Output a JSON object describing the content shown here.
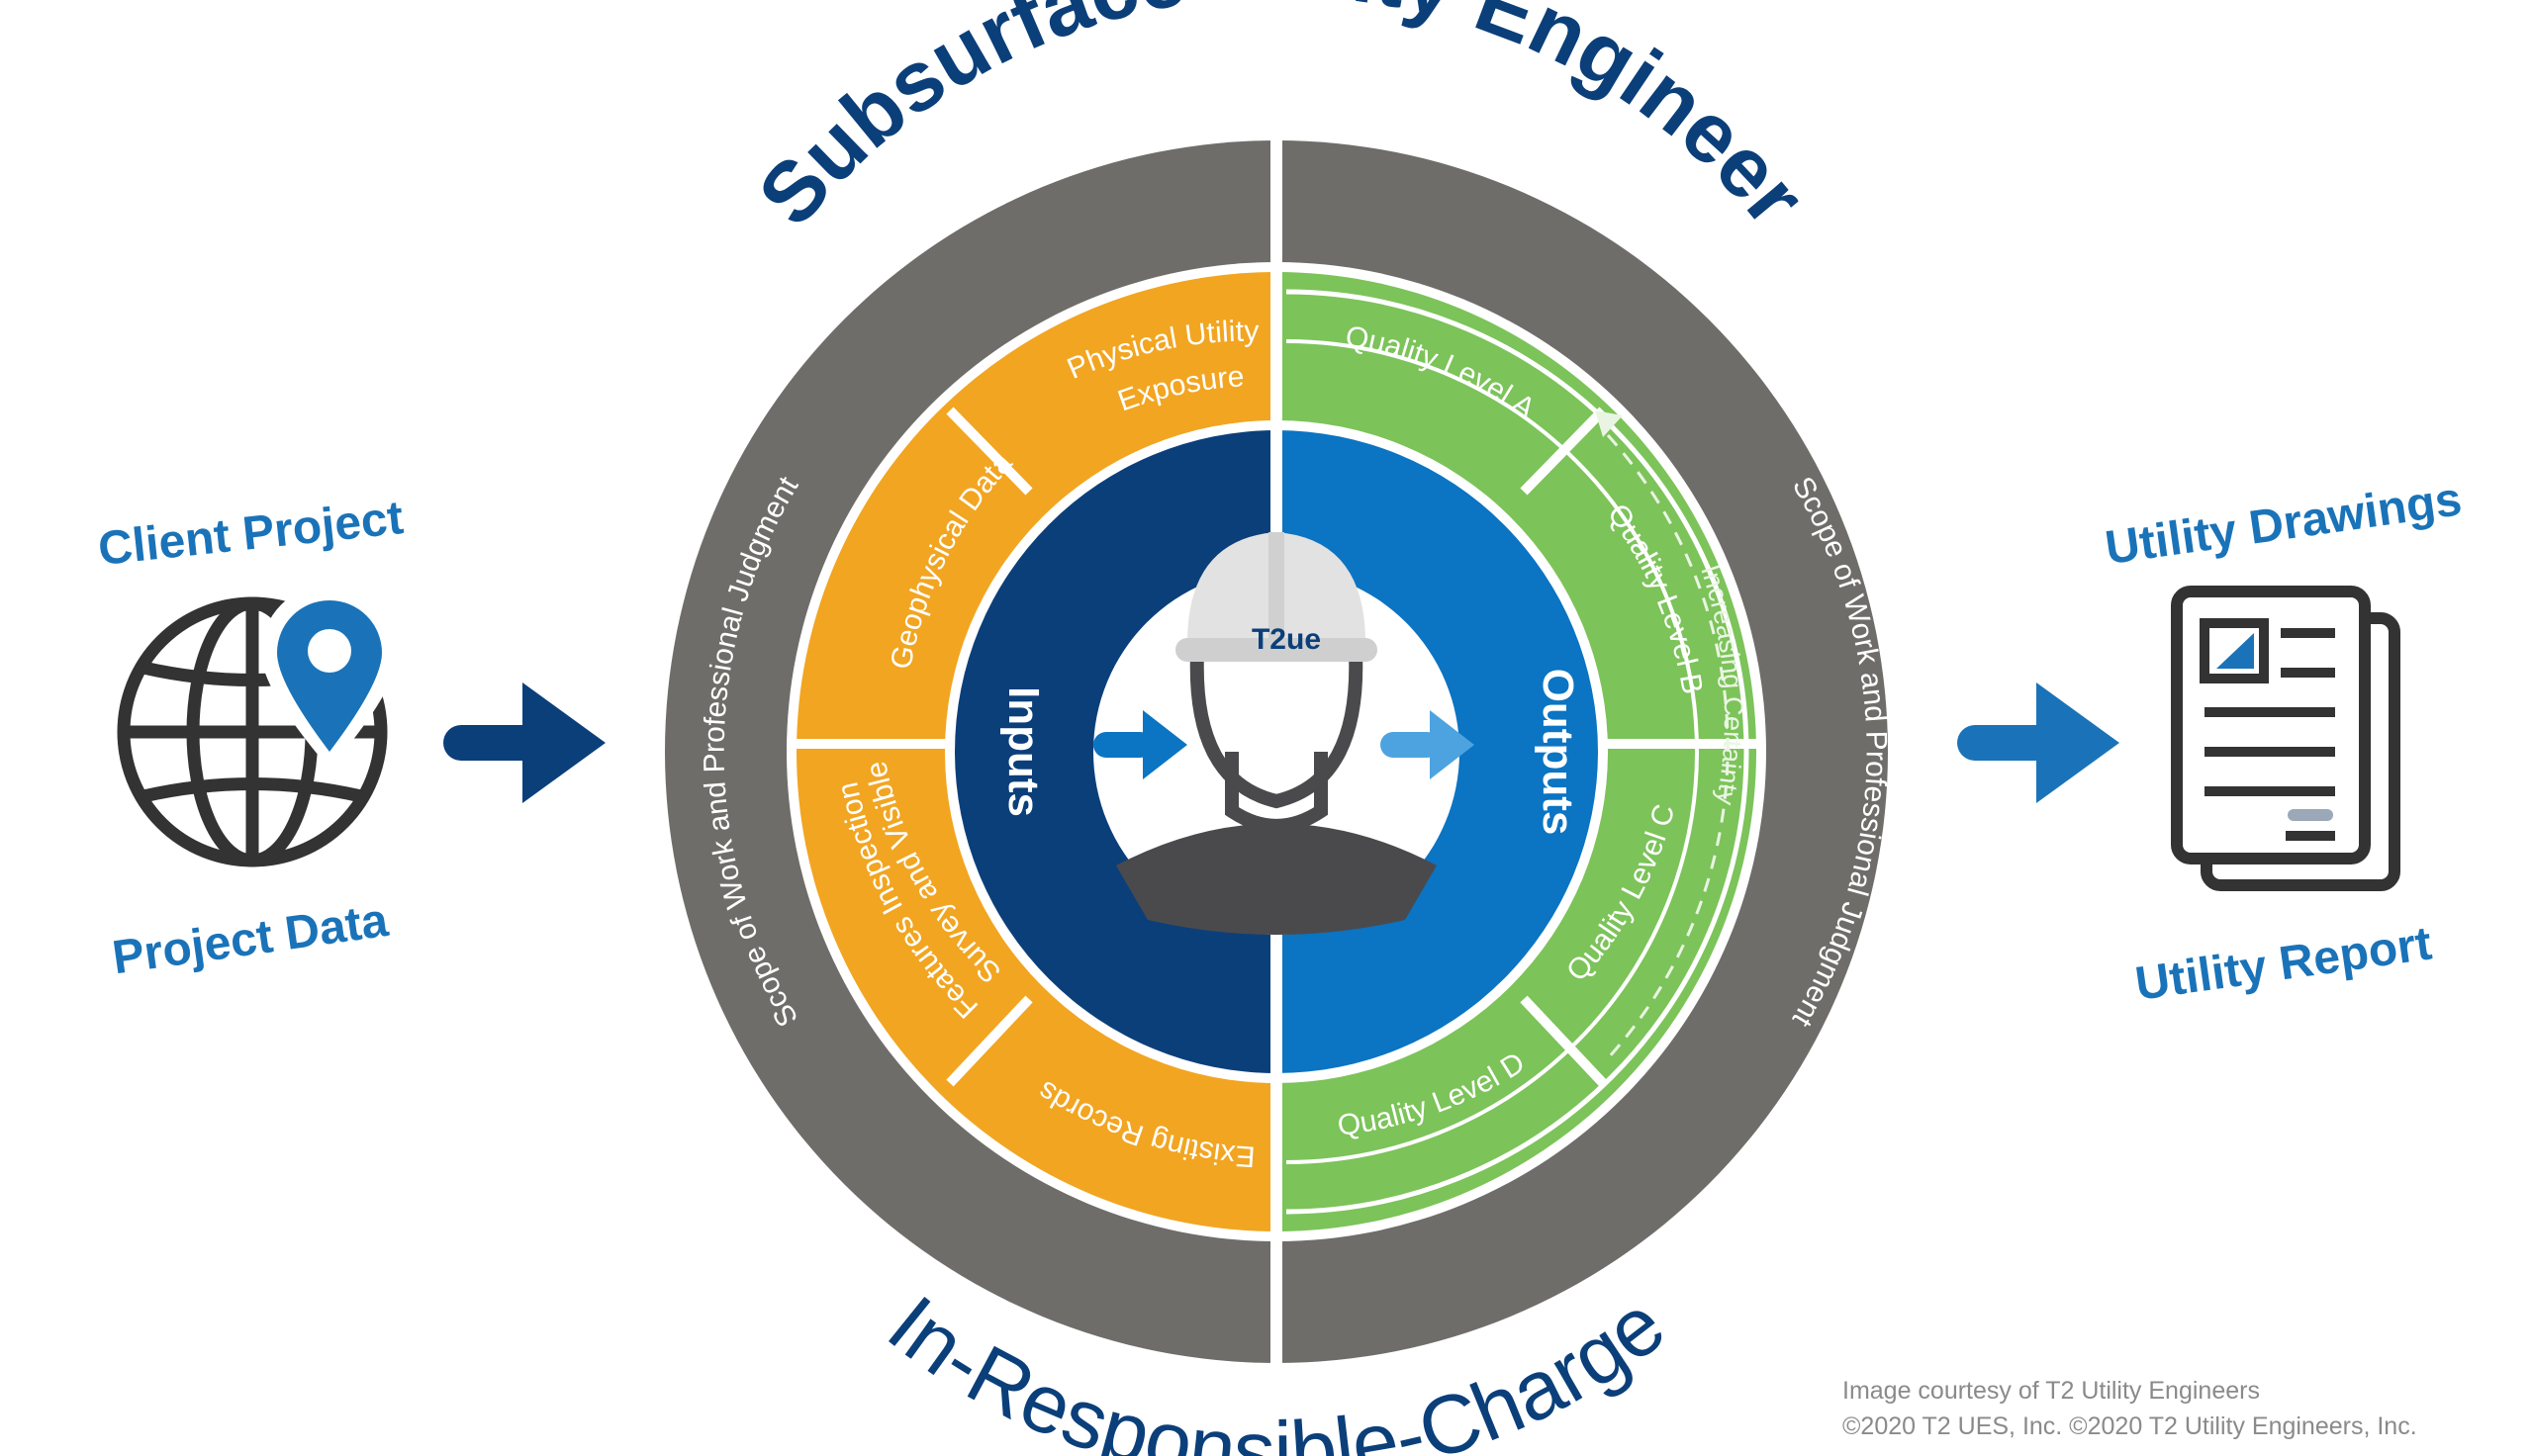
{
  "title": "Subsurface Utility Engineer",
  "subtitle": "In-Responsible-Charge",
  "left": {
    "top_label": "Client Project",
    "bottom_label": "Project Data",
    "icon": "globe-pin-icon"
  },
  "right": {
    "top_label": "Utility Drawings",
    "bottom_label": "Utility Report",
    "icon": "documents-icon"
  },
  "outer_ring": {
    "left_text": "Scope of Work and Professional Judgment",
    "right_text": "Scope of Work and Professional Judgment"
  },
  "inputs_segments": [
    "Physical Utility",
    "Exposure",
    "Geophysical Data",
    "Survey and Visible",
    "Features Inspection",
    "Existing Records"
  ],
  "outputs_segments": [
    "Quality Level A",
    "Quality Level B",
    "Quality Level C",
    "Quality Level D"
  ],
  "certainty_label": "Increasing Certainty",
  "inner_left": "Inputs",
  "inner_right": "Outputs",
  "hardhat_logo": "T2ue",
  "credit_line1": "Image courtesy of T2 Utility Engineers",
  "credit_line2": "©2020 T2 UES, Inc.  ©2020 T2 Utility Engineers, Inc.",
  "colors": {
    "navy": "#0b3f7a",
    "blue": "#0b74c3",
    "orange": "#f2a521",
    "green": "#7cc35a",
    "gray": "#6f6d6a",
    "label_blue": "#1a73b8"
  }
}
